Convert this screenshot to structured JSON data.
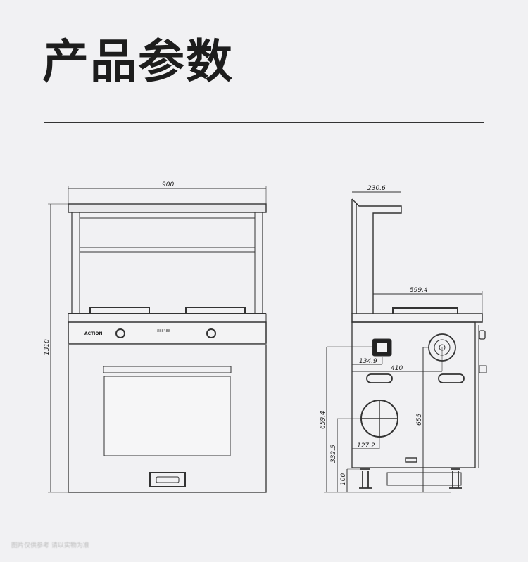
{
  "title": "产品参数",
  "front_view": {
    "width_label": "900",
    "height_label": "1310",
    "brand_label": "ACTION",
    "display_label": "888' 88"
  },
  "side_view": {
    "depth_top_label": "230.6",
    "depth_label": "599.4",
    "dims": {
      "d134": "134.9",
      "d410": "410",
      "d659": "659.4",
      "d655": "655",
      "d332": "332.5",
      "d127": "127.2",
      "d100": "100"
    }
  },
  "watermark": "图片仅供参考 请以实物为准"
}
